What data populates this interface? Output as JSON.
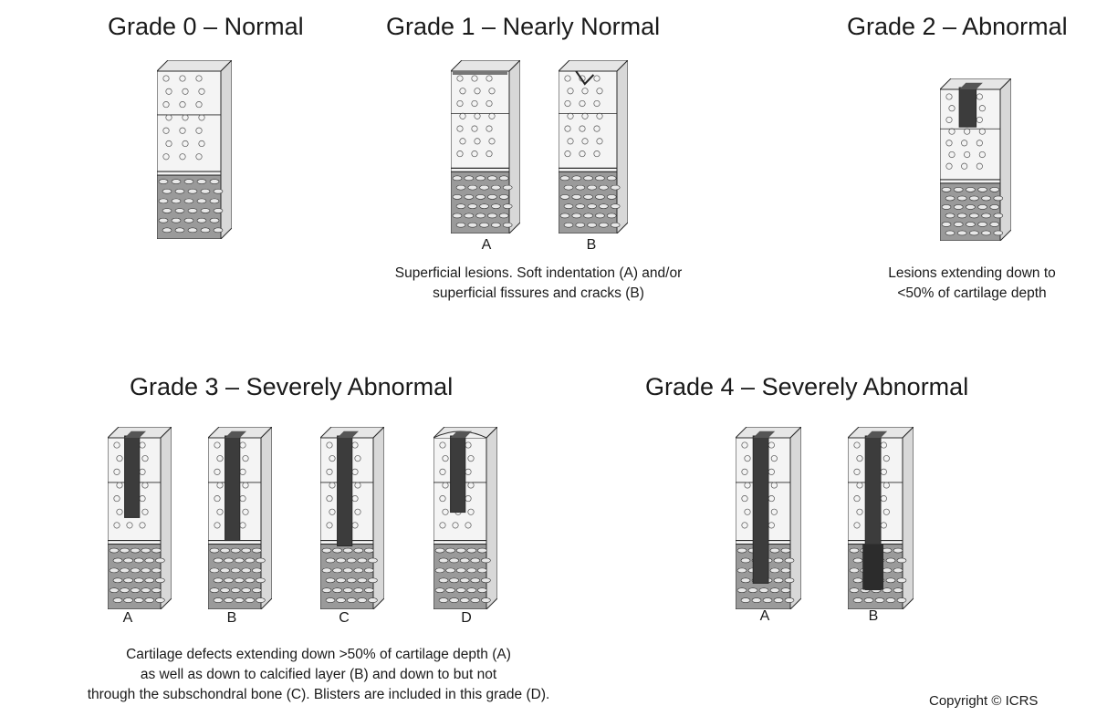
{
  "grades": [
    {
      "title": "Grade 0 – Normal",
      "description": "",
      "variants": [
        ""
      ]
    },
    {
      "title": "Grade 1 – Nearly Normal",
      "description": "Superficial lesions. Soft indentation (A) and/or\nsuperficial fissures and cracks (B)",
      "variants": [
        "A",
        "B"
      ]
    },
    {
      "title": "Grade 2 – Abnormal",
      "description": "Lesions extending down to\n<50% of cartilage depth",
      "variants": [
        ""
      ]
    },
    {
      "title": "Grade 3 – Severely Abnormal",
      "description": "Cartilage defects extending down >50% of cartilage depth (A)\nas well as down to calcified layer (B) and down to but not\nthrough the subschondral bone (C). Blisters are included in this grade (D).",
      "variants": [
        "A",
        "B",
        "C",
        "D"
      ]
    },
    {
      "title": "Grade 4 – Severely Abnormal",
      "description": "",
      "variants": [
        "A",
        "B"
      ]
    }
  ],
  "copyright": "Copyright © ICRS"
}
